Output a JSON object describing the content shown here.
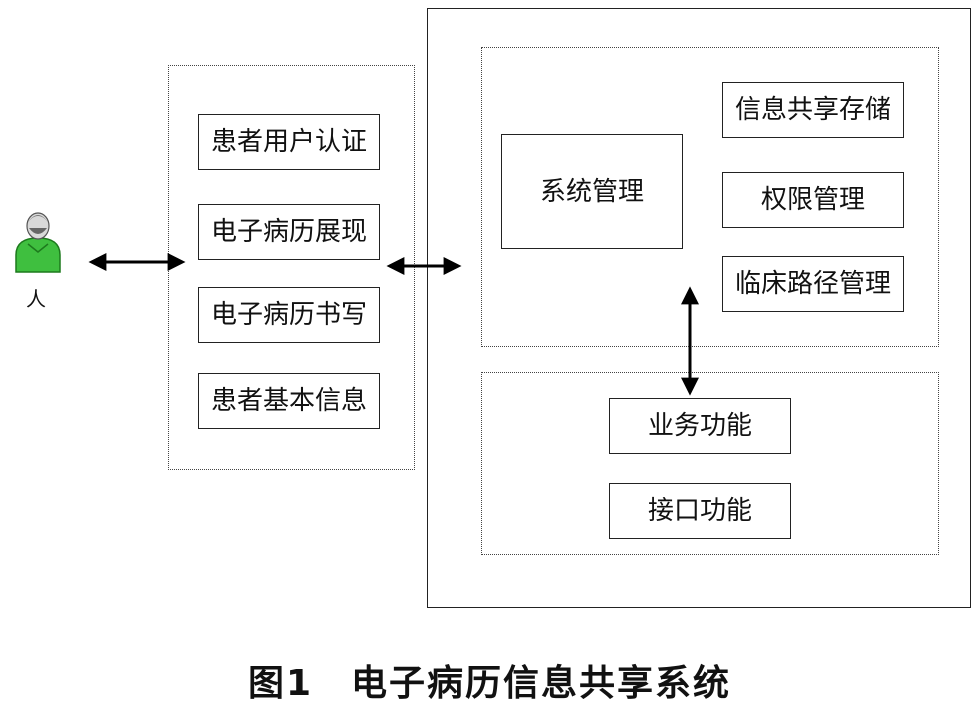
{
  "person": {
    "label": "人",
    "icon": "person-icon"
  },
  "left_panel": {
    "items": [
      "患者用户认证",
      "电子病历展现",
      "电子病历书写",
      "患者基本信息"
    ]
  },
  "right_panel": {
    "top_section": {
      "main_box": "系统管理",
      "items": [
        "信息共享存储",
        "权限管理",
        "临床路径管理"
      ]
    },
    "bottom_section": {
      "items": [
        "业务功能",
        "接口功能"
      ]
    }
  },
  "caption": "图1　电子病历信息共享系统"
}
